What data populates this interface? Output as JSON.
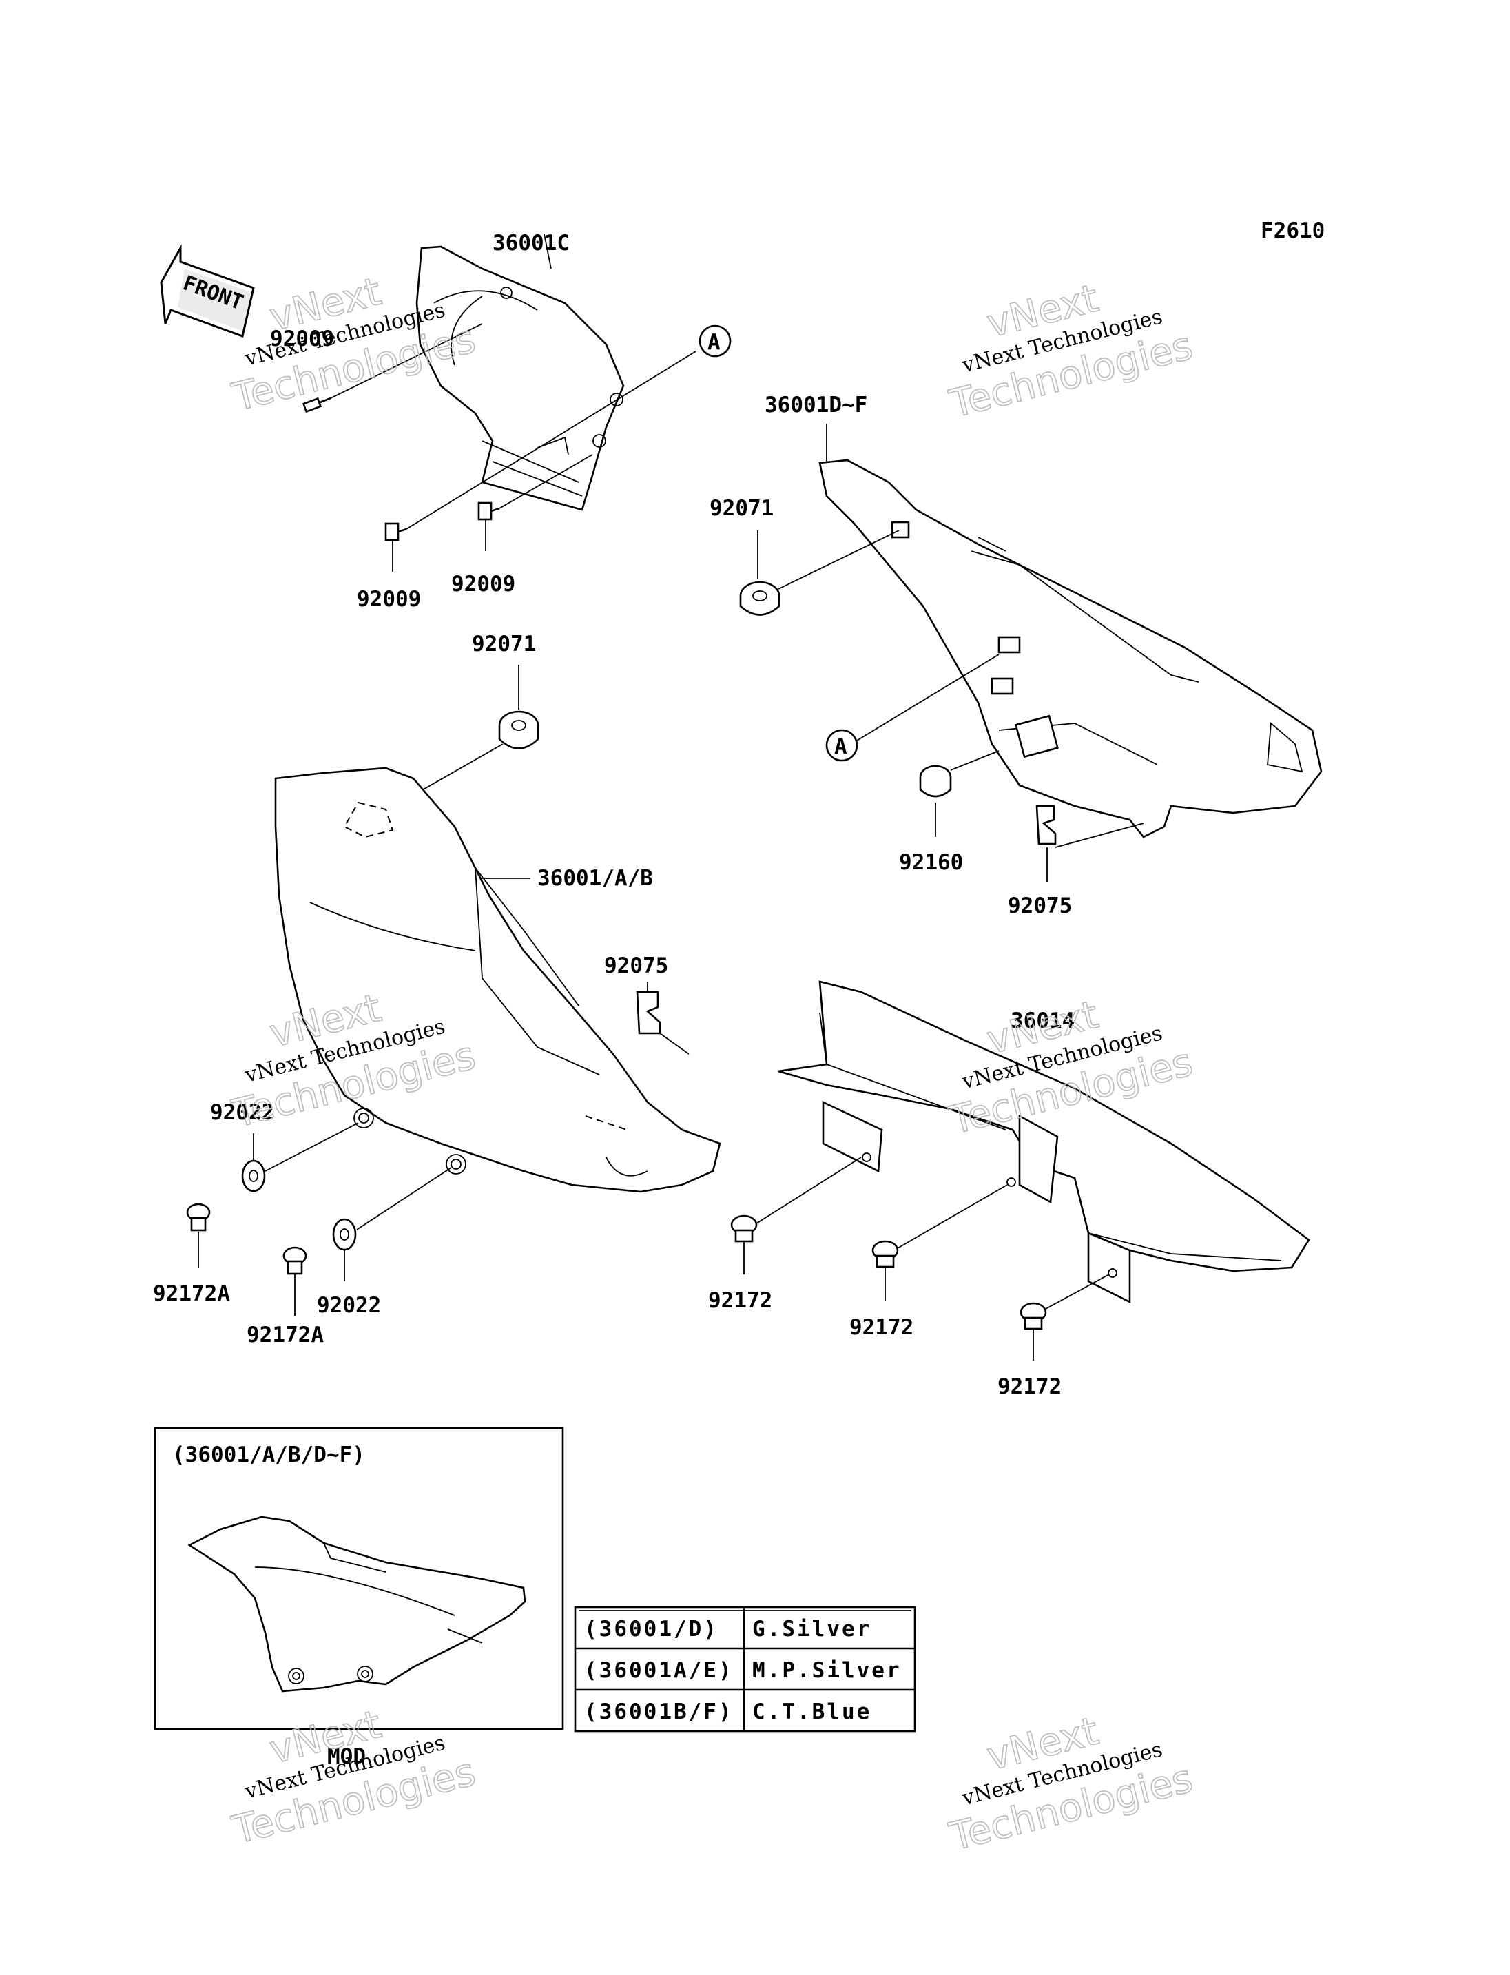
{
  "diagram": {
    "code": "F2610",
    "front_label": "FRONT",
    "ref_marker": "A",
    "watermark": {
      "line1": "vNext",
      "line2": "vNext Technologies",
      "line3": "Technologies"
    },
    "callouts": {
      "c36001C": "36001C",
      "c92009a": "92009",
      "c92009b": "92009",
      "c92009c": "92009",
      "c36001DF": "36001D~F",
      "c92071a": "92071",
      "c92071b": "92071",
      "c92160": "92160",
      "c92075a": "92075",
      "c36001AB": "36001/A/B",
      "c92075b": "92075",
      "c36014": "36014",
      "c92022a": "92022",
      "c92022b": "92022",
      "c92172Aa": "92172A",
      "c92172Ab": "92172A",
      "c92172a": "92172",
      "c92172b": "92172",
      "c92172c": "92172"
    },
    "inset": {
      "title": "(36001/A/B/D~F)",
      "caption": "MOD"
    },
    "color_table": [
      {
        "code": "(36001/D)",
        "color": "G.Silver"
      },
      {
        "code": "(36001A/E)",
        "color": "M.P.Silver"
      },
      {
        "code": "(36001B/F)",
        "color": "C.T.Blue"
      }
    ]
  }
}
